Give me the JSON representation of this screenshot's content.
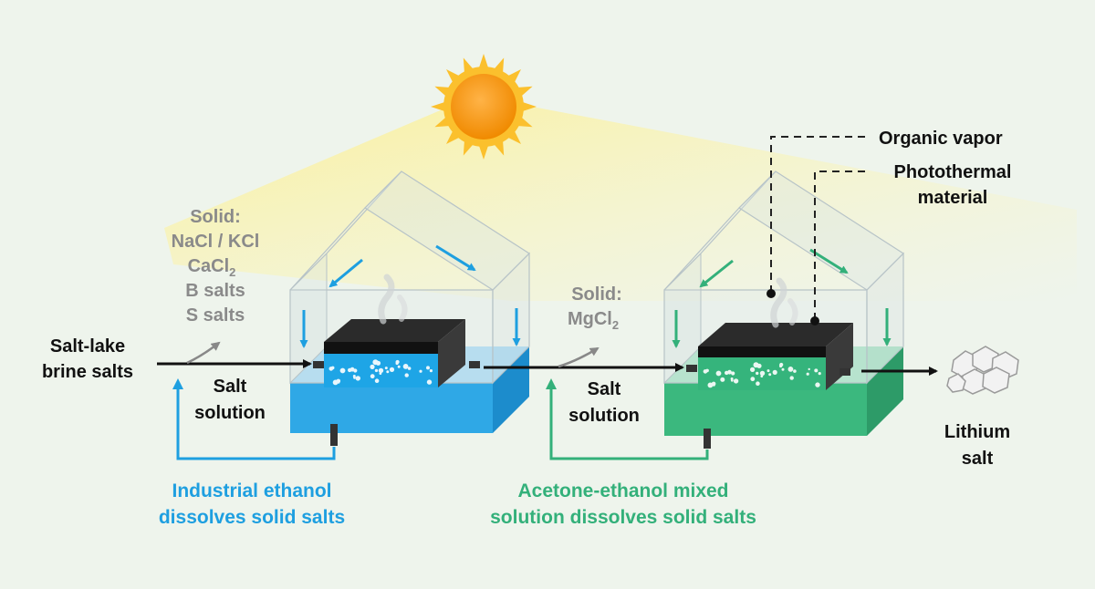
{
  "labels": {
    "input_line1": "Salt-lake",
    "input_line2": "brine salts",
    "solid1": [
      "Solid:",
      "NaCl / KCl",
      "CaCl",
      "B salts",
      "S salts"
    ],
    "solid1_sub": "2",
    "salt_solution1_line1": "Salt",
    "salt_solution1_line2": "solution",
    "solid2": [
      "Solid:",
      "MgCl"
    ],
    "solid2_sub": "2",
    "salt_solution2_line1": "Salt",
    "salt_solution2_line2": "solution",
    "organic_vapor": "Organic vapor",
    "photothermal_line1": "Photothermal",
    "photothermal_line2": "material",
    "output_line1": "Lithium",
    "output_line2": "salt",
    "ethanol_line1": "Industrial ethanol",
    "ethanol_line2": "dissolves solid salts",
    "acetone_line1": "Acetone-ethanol mixed",
    "acetone_line2": "solution dissolves solid salts"
  },
  "colors": {
    "background": "#eef4ec",
    "sun": "#f7941d",
    "sun_rays": "#fbc02d",
    "stage1_blue": "#1e9fe0",
    "stage2_green": "#33b07a",
    "absorber": "#222222",
    "gray_text": "#8a8a8a",
    "black_text": "#111111"
  },
  "icons": {
    "sun": "sun-icon",
    "crystals": "lithium-crystals-icon"
  }
}
